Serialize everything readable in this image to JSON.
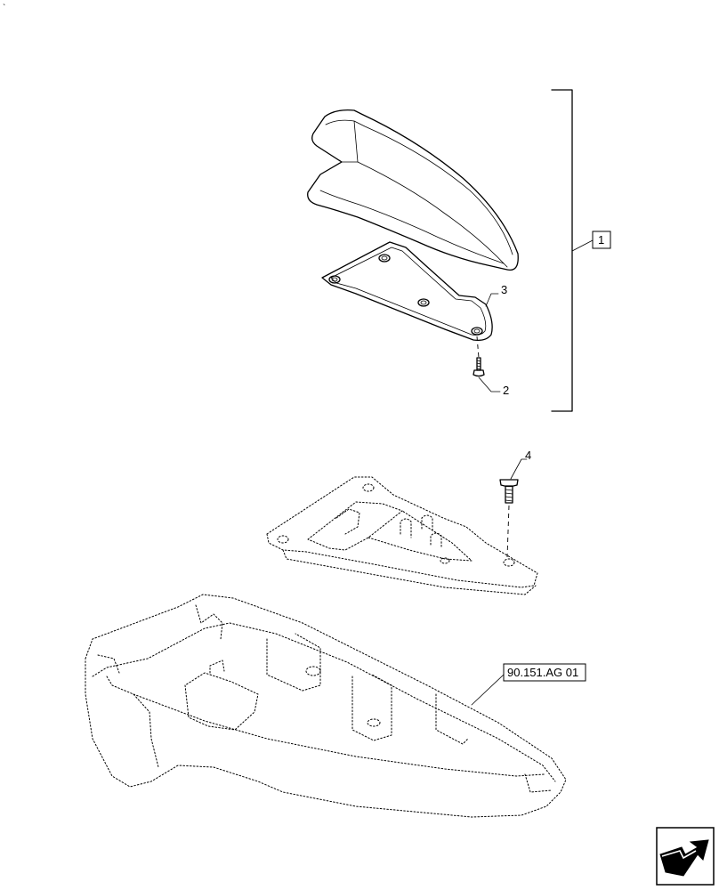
{
  "callouts": {
    "assembly": "1",
    "screw_small": "2",
    "gasket": "3",
    "screw_large": "4",
    "ref_link": "90.151.AG 01"
  },
  "corner_mark": "`",
  "icons": {
    "nav": "next-page-arrow-icon"
  }
}
